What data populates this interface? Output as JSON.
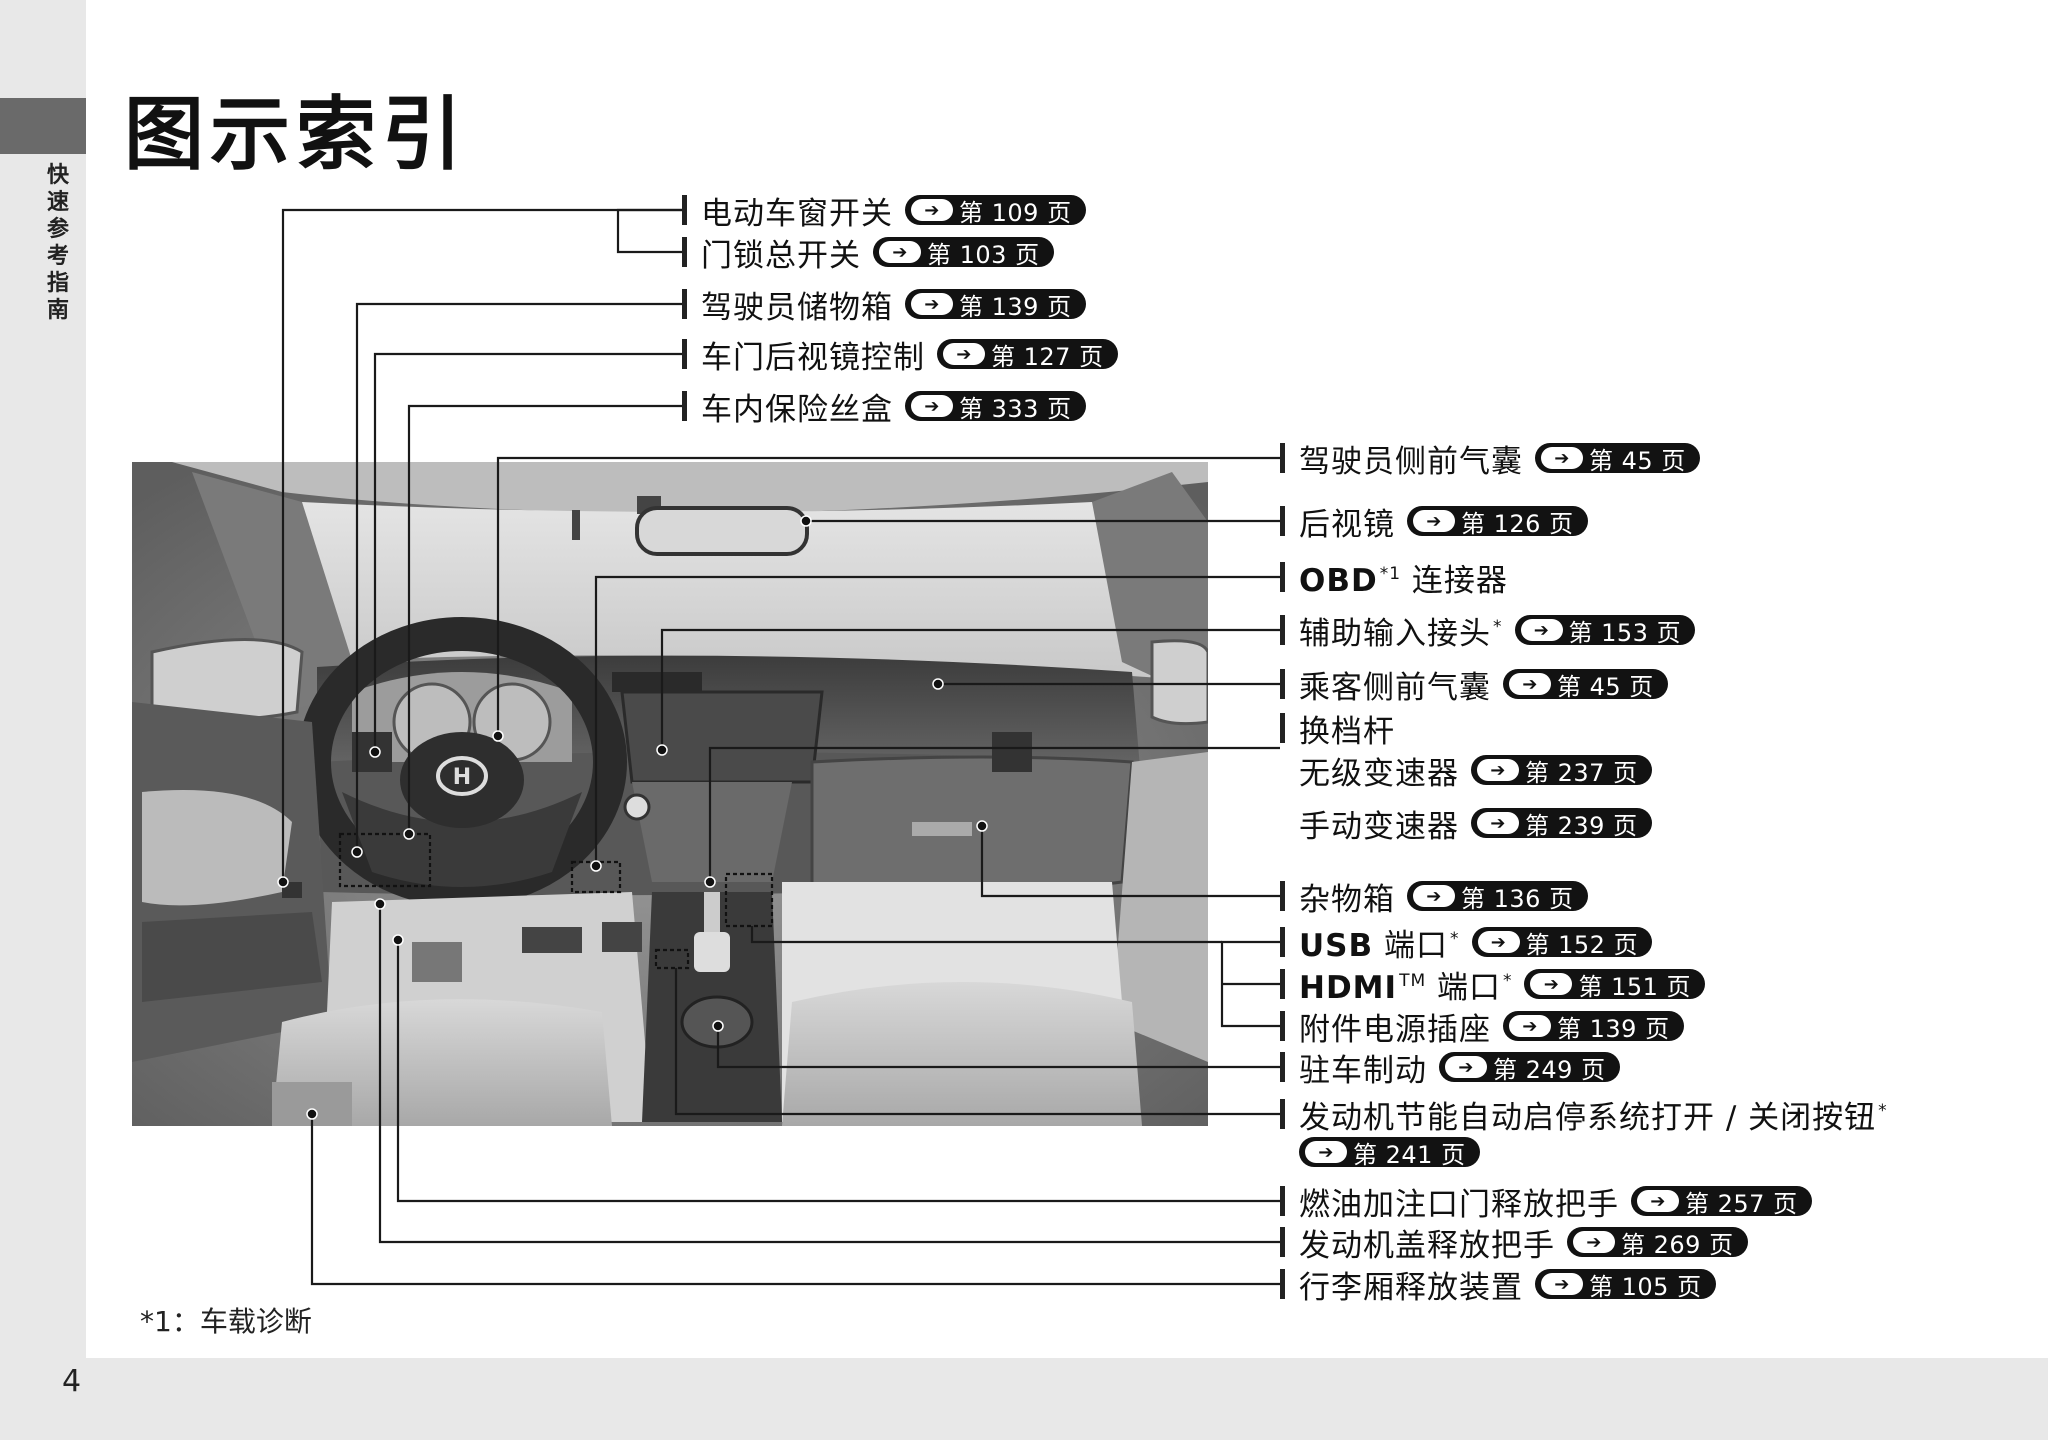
{
  "page": {
    "title": "图示索引",
    "side_tab": [
      "快",
      "速",
      "参",
      "考",
      "指",
      "南"
    ],
    "page_number": "4",
    "footnote": "*1：车载诊断"
  },
  "labels": [
    {
      "id": "power-window",
      "text": "电动车窗开关",
      "ref": "第 109 页"
    },
    {
      "id": "door-lock",
      "text": "门锁总开关",
      "ref": "第 103 页"
    },
    {
      "id": "driver-storage",
      "text": "驾驶员储物箱",
      "ref": "第 139 页"
    },
    {
      "id": "mirror-control",
      "text": "车门后视镜控制",
      "ref": "第 127 页"
    },
    {
      "id": "fuse-box",
      "text": "车内保险丝盒",
      "ref": "第 333 页"
    },
    {
      "id": "driver-airbag",
      "text": "驾驶员侧前气囊",
      "ref": "第 45 页"
    },
    {
      "id": "rear-mirror",
      "text": "后视镜",
      "ref": "第 126 页"
    },
    {
      "id": "obd",
      "bold": "OBD",
      "sup": "*1",
      "text": " 连接器"
    },
    {
      "id": "aux",
      "text": "辅助输入接头",
      "sup": "*",
      "ref": "第 153 页"
    },
    {
      "id": "passenger-airbag",
      "text": "乘客侧前气囊",
      "ref": "第 45 页"
    },
    {
      "id": "shift-lever",
      "text": "换档杆"
    },
    {
      "id": "cvt",
      "text": "无级变速器",
      "ref": "第 237 页"
    },
    {
      "id": "manual",
      "text": "手动变速器",
      "ref": "第 239 页"
    },
    {
      "id": "glove-box",
      "text": "杂物箱",
      "ref": "第 136 页"
    },
    {
      "id": "usb",
      "bold": "USB",
      "text": " 端口",
      "sup": "*",
      "ref": "第 152 页"
    },
    {
      "id": "hdmi",
      "bold": "HDMI",
      "tm": "TM",
      "text": " 端口",
      "sup": "*",
      "ref": "第 151 页"
    },
    {
      "id": "power-socket",
      "text": "附件电源插座",
      "ref": "第 139 页"
    },
    {
      "id": "parking-brake",
      "text": "驻车制动",
      "ref": "第 249 页"
    },
    {
      "id": "idle-stop",
      "text": "发动机节能自动启停系统打开 / 关闭按钮",
      "sup": "*"
    },
    {
      "id": "idle-stop-ref",
      "ref": "第 241 页"
    },
    {
      "id": "fuel-door",
      "text": "燃油加注口门释放把手",
      "ref": "第 257 页"
    },
    {
      "id": "hood",
      "text": "发动机盖释放把手",
      "ref": "第 269 页"
    },
    {
      "id": "trunk",
      "text": "行李厢释放装置",
      "ref": "第 105 页"
    }
  ],
  "colors": {
    "ink": "#121212",
    "tab": "#6a6a6a",
    "margin": "#e8e8e8"
  },
  "icons": {
    "ref_arrow": "arrow-right-icon",
    "brand": "honda-logo"
  }
}
